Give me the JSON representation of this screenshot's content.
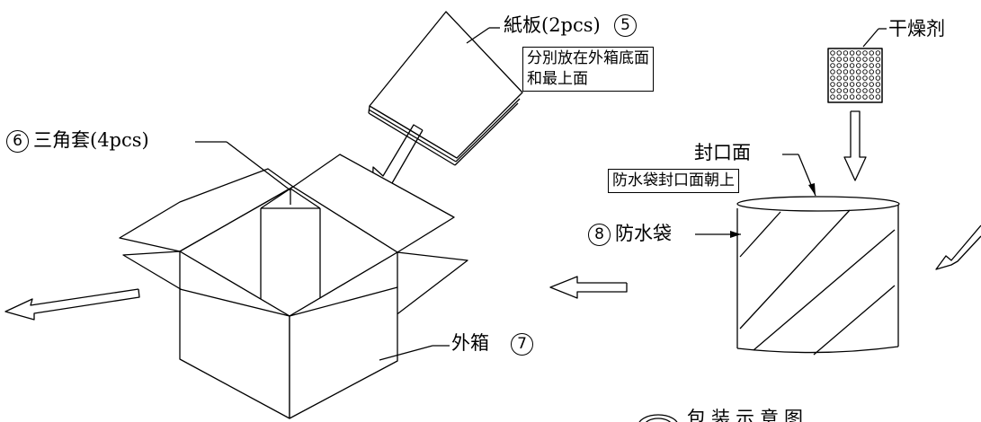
{
  "labels": {
    "cardboard": "紙板(2pcs)",
    "cardboard_note_line1": "分別放在外箱底面",
    "cardboard_note_line2": "和最上面",
    "desiccant": "干燥剂",
    "triangle_sleeve": "三角套(4pcs)",
    "seal_face": "封口面",
    "seal_note": "防水袋封口面朝上",
    "waterproof_bag": "防水袋",
    "outer_box": "外箱",
    "bottom_caption": "包装示意图"
  },
  "callout_numbers": {
    "cardboard": "5",
    "triangle_sleeve": "6",
    "outer_box": "7",
    "waterproof_bag": "8"
  },
  "colors": {
    "line": "#000000",
    "background": "#ffffff"
  }
}
